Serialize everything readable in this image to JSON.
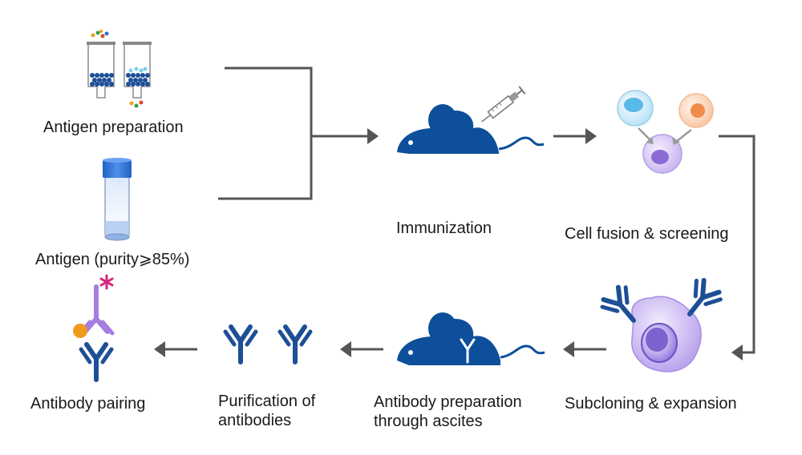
{
  "steps": {
    "antigen_preparation": "Antigen preparation",
    "antigen_purity": "Antigen (purity⩾85%)",
    "immunization": "Immunization",
    "cell_fusion": "Cell fusion & screening",
    "subcloning": "Subcloning & expansion",
    "ascites_line1": "Antibody preparation",
    "ascites_line2": "through ascites",
    "purification_line1": "Purification of",
    "purification_line2": "antibodies",
    "antibody_pairing": "Antibody pairing"
  },
  "colors": {
    "mouse": "#0d4f9a",
    "antibody": "#1d4f97",
    "arrow": "#555555",
    "hybridoma": "#b8a0e8",
    "hybridoma_nucleus": "#6d52c4",
    "cell_blue": "#9fd8f2",
    "cell_orange": "#f3a778",
    "pairing_antibody": "#a77de0",
    "marker_orange": "#f29a1e",
    "asterisk": "#d6267a"
  },
  "icons": [
    "column-icon",
    "tube-icon",
    "mouse-icon",
    "syringe-icon",
    "cell-icon",
    "antibody-icon",
    "asterisk-icon"
  ]
}
